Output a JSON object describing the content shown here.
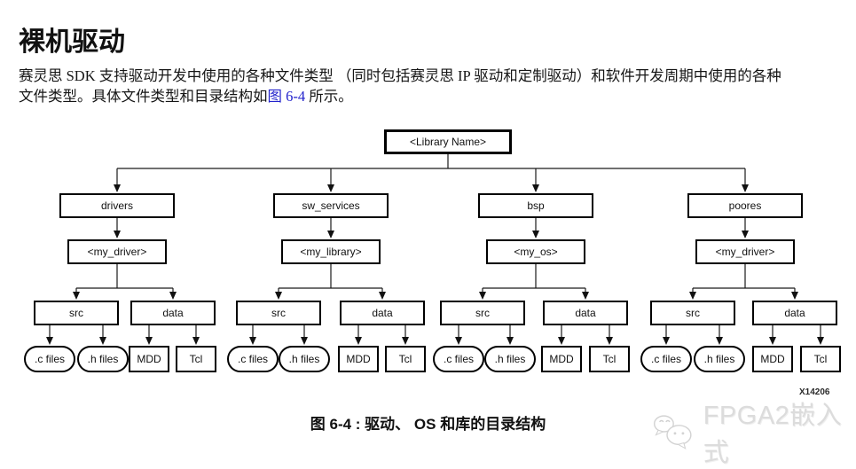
{
  "page": {
    "title": "裸机驱动",
    "paragraph": {
      "line1": "赛灵思 SDK 支持驱动开发中使用的各种文件类型 （同时包括赛灵思 IP 驱动和定制驱动）和软件开发周期中使用的各种",
      "line2_before_link": "文件类型。具体文件类型和目录结构如",
      "link": "图 6-4",
      "line2_after_link": " 所示。"
    },
    "figure_id": "X14206",
    "caption": "图 6-4 : 驱动、 OS 和库的目录结构",
    "watermark_text": "FPGA2嵌入式"
  },
  "colors": {
    "link": "#2323cc",
    "line": "#1a1a1a",
    "watermark": "#dcdcdc"
  },
  "tree": {
    "root": "<Library Name>",
    "columns": [
      {
        "folder": "drivers",
        "item": "<my_driver>",
        "src": "src",
        "data": "data",
        "leaves": [
          ".c files",
          ".h files",
          "MDD",
          "Tcl"
        ]
      },
      {
        "folder": "sw_services",
        "item": "<my_library>",
        "src": "src",
        "data": "data",
        "leaves": [
          ".c files",
          ".h files",
          "MDD",
          "Tcl"
        ]
      },
      {
        "folder": "bsp",
        "item": "<my_os>",
        "src": "src",
        "data": "data",
        "leaves": [
          ".c files",
          ".h files",
          "MDD",
          "Tcl"
        ]
      },
      {
        "folder": "poores",
        "item": "<my_driver>",
        "src": "src",
        "data": "data",
        "leaves": [
          ".c files",
          ".h files",
          "MDD",
          "Tcl"
        ]
      }
    ]
  }
}
